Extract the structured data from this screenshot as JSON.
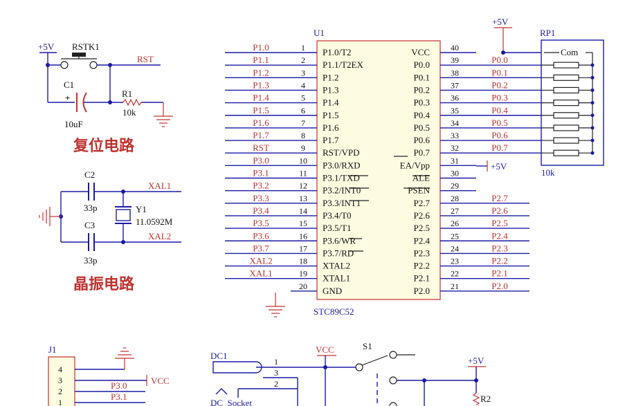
{
  "reset": {
    "vcc": "+5V",
    "switch": "RSTK1",
    "net": "RST",
    "cap_ref": "C1",
    "cap_val": "10uF",
    "res_ref": "R1",
    "res_val": "10k",
    "title": "复位电路"
  },
  "crystal": {
    "c2_ref": "C2",
    "c2_val": "33p",
    "c3_ref": "C3",
    "c3_val": "33p",
    "y_ref": "Y1",
    "y_val": "11.0592M",
    "net1": "XAL1",
    "net2": "XAL2",
    "title": "晶振电路"
  },
  "mcu": {
    "ref": "U1",
    "part": "STC89C52",
    "left_pins": [
      {
        "num": "1",
        "name": "P1.0/T2",
        "net": "P1.0"
      },
      {
        "num": "2",
        "name": "P1.1/T2EX",
        "net": "P1.1"
      },
      {
        "num": "3",
        "name": "P1.2",
        "net": "P1.2"
      },
      {
        "num": "4",
        "name": "P1.3",
        "net": "P1.3"
      },
      {
        "num": "5",
        "name": "P1.4",
        "net": "P1.4"
      },
      {
        "num": "6",
        "name": "P1.5",
        "net": "P1.5"
      },
      {
        "num": "7",
        "name": "P1.6",
        "net": "P1.6"
      },
      {
        "num": "8",
        "name": "P1.7",
        "net": "P1.7"
      },
      {
        "num": "9",
        "name": "RST/VPD",
        "net": "RST"
      },
      {
        "num": "10",
        "name": "P3.0/RXD",
        "net": "P3.0"
      },
      {
        "num": "11",
        "name": "P3.1/TXD",
        "net": "P3.1"
      },
      {
        "num": "12",
        "name": "P3.2/INT0",
        "net": "P3.2"
      },
      {
        "num": "13",
        "name": "P3.3/INT1",
        "net": "P3.3"
      },
      {
        "num": "14",
        "name": "P3.4/T0",
        "net": "P3.4"
      },
      {
        "num": "15",
        "name": "P3.5/T1",
        "net": "P3.5"
      },
      {
        "num": "16",
        "name": "P3.6/WR",
        "net": "P3.6"
      },
      {
        "num": "17",
        "name": "P3.7/RD",
        "net": "P3.7"
      },
      {
        "num": "18",
        "name": "XTAL2",
        "net": "XAL2"
      },
      {
        "num": "19",
        "name": "XTAL1",
        "net": "XAL1"
      },
      {
        "num": "20",
        "name": "GND",
        "net": ""
      }
    ],
    "right_pins": [
      {
        "num": "40",
        "name": "VCC",
        "net": ""
      },
      {
        "num": "39",
        "name": "P0.0",
        "net": "P0.0"
      },
      {
        "num": "38",
        "name": "P0.1",
        "net": "P0.1"
      },
      {
        "num": "37",
        "name": "P0.2",
        "net": "P0.2"
      },
      {
        "num": "36",
        "name": "P0.3",
        "net": "P0.3"
      },
      {
        "num": "35",
        "name": "P0.4",
        "net": "P0.4"
      },
      {
        "num": "34",
        "name": "P0.5",
        "net": "P0.5"
      },
      {
        "num": "33",
        "name": "P0.6",
        "net": "P0.6"
      },
      {
        "num": "32",
        "name": "P0.7",
        "net": "P0.7"
      },
      {
        "num": "31",
        "name": "EA/Vpp",
        "net": ""
      },
      {
        "num": "30",
        "name": "ALE",
        "net": ""
      },
      {
        "num": "29",
        "name": "PSEN",
        "net": ""
      },
      {
        "num": "28",
        "name": "P2.7",
        "net": "P2.7"
      },
      {
        "num": "27",
        "name": "P2.6",
        "net": "P2.6"
      },
      {
        "num": "26",
        "name": "P2.5",
        "net": "P2.5"
      },
      {
        "num": "25",
        "name": "P2.4",
        "net": "P2.4"
      },
      {
        "num": "24",
        "name": "P2.3",
        "net": "P2.3"
      },
      {
        "num": "23",
        "name": "P2.2",
        "net": "P2.2"
      },
      {
        "num": "22",
        "name": "P2.1",
        "net": "P2.1"
      },
      {
        "num": "21",
        "name": "P2.0",
        "net": "P2.0"
      }
    ],
    "ea_supply": "+5V",
    "vcc_supply": "+5V"
  },
  "rp1": {
    "ref": "RP1",
    "common": "Com",
    "value": "10k"
  },
  "j1": {
    "ref": "J1",
    "pins": [
      "4",
      "3",
      "2",
      "1"
    ],
    "net_p30": "P3.0",
    "net_p31": "P3.1",
    "vcc": "VCC"
  },
  "power": {
    "dc_ref": "DC1",
    "dc_name": "DC_Socket",
    "dc_pins": [
      "1",
      "3",
      "2"
    ],
    "vcc": "VCC",
    "switch": "S1",
    "supply": "+5V",
    "res_ref": "R2"
  }
}
